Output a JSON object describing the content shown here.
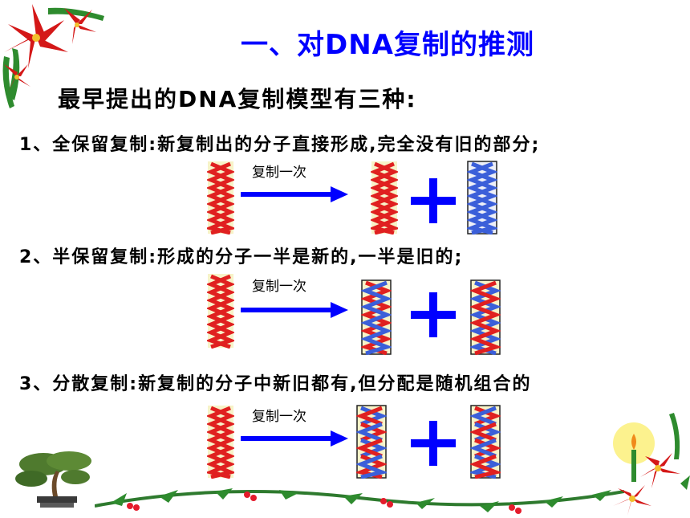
{
  "slide": {
    "title": "一、对DNA复制的推测",
    "subtitle": "最早提出的DNA复制模型有三种:",
    "items": [
      {
        "text": "1、全保留复制:新复制出的分子直接形成,完全没有旧的部分;",
        "arrow_label": "复制一次",
        "model": "conservative"
      },
      {
        "text": "2、半保留复制:形成的分子一半是新的,一半是旧的;",
        "arrow_label": "复制一次",
        "model": "semi-conservative"
      },
      {
        "text": "3、分散复制:新复制的分子中新旧都有,但分配是随机组合的",
        "arrow_label": "复制一次",
        "model": "dispersive"
      }
    ]
  },
  "colors": {
    "title": "#0000ff",
    "arrow": "#0000ff",
    "plus": "#0000ff",
    "old_strand": "#e02020",
    "new_strand": "#3b5fd9",
    "dna_background": "#f7f3c8"
  },
  "decorations": [
    "poinsettia-icon",
    "bonsai-tree-icon",
    "holly-garland-icon",
    "candle-icon"
  ]
}
